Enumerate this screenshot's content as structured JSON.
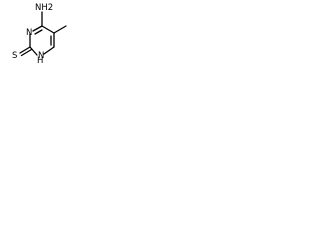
{
  "molecule": {
    "labels": {
      "amino": "NH2",
      "ring_n_top": "N",
      "ring_nh": "H",
      "ring_n_bottom": "N",
      "thione_s": "S"
    }
  },
  "colors": {
    "bond": "#000000",
    "text": "#000000",
    "background": "#ffffff"
  }
}
